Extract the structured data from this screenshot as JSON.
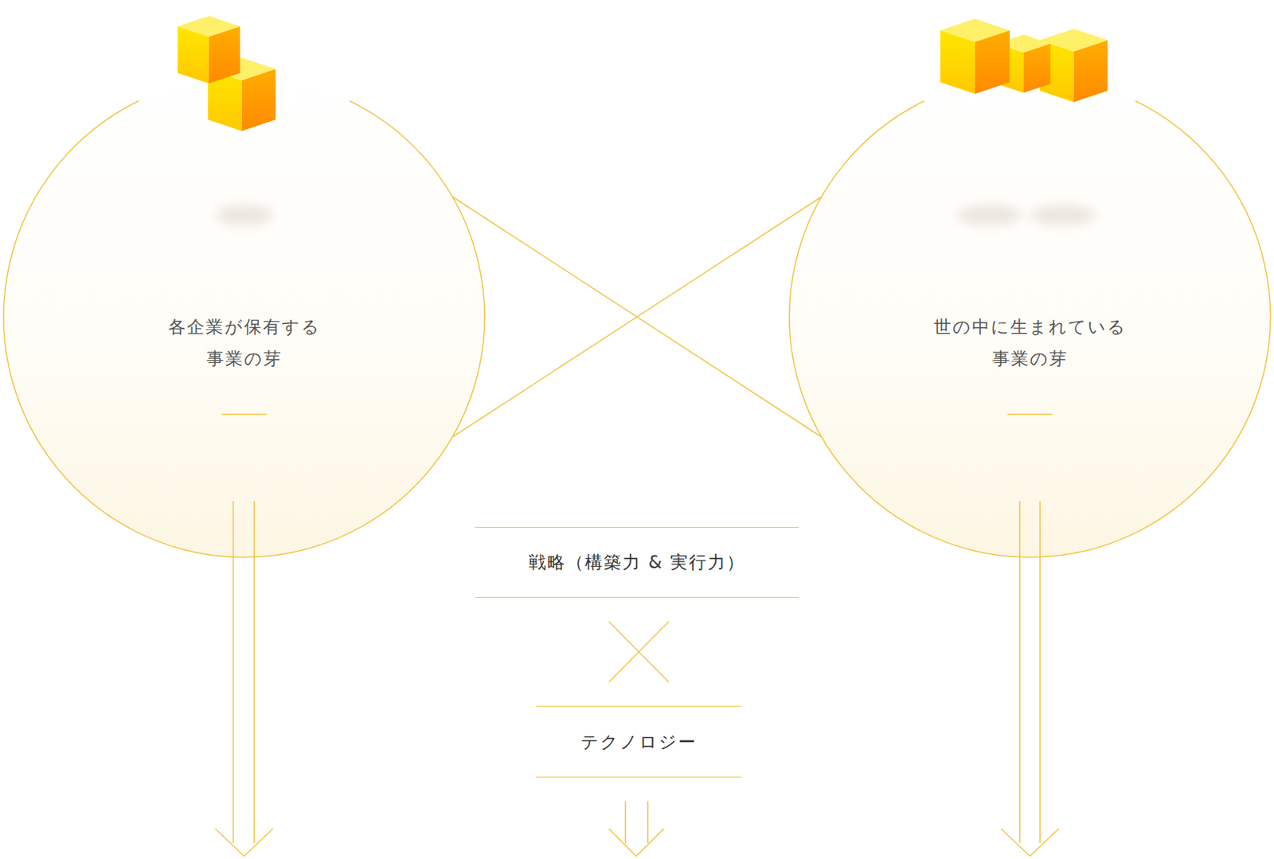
{
  "diagram": {
    "nodes": [
      {
        "text": [
          "各企業が保有する 事業の芽"
        ]
      },
      {
        "text": [
          "世の中に生まれている 事業の芽"
        ]
      },
      {
        "text": [
          "戦略（構築力 & 実行力）"
        ]
      },
      {
        "text": [
          "テクノロジー"
        ]
      }
    ],
    "edges": [
      {
        "from": 0,
        "to": 1,
        "arrow": "none"
      },
      {
        "from": 0,
        "to": 1,
        "arrow": "none"
      }
    ]
  }
}
